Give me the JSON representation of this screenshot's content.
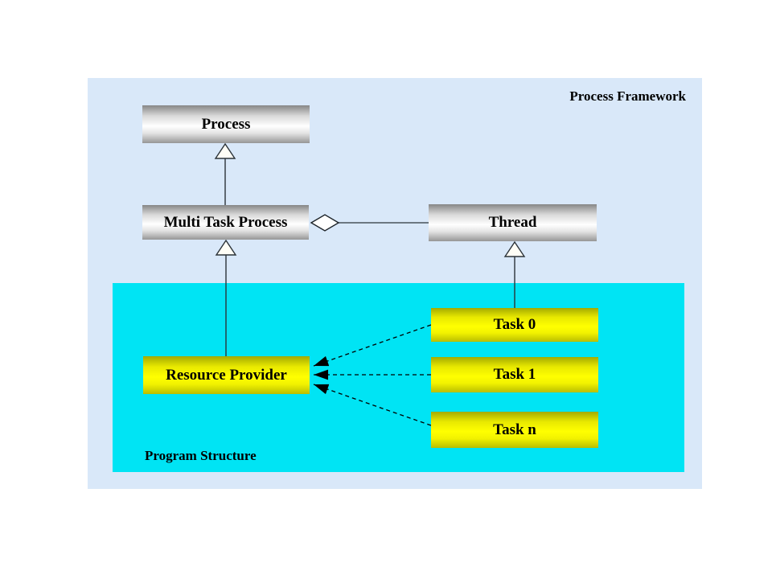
{
  "diagram": {
    "frame_label": "Process Framework",
    "inner_label": "Program Structure",
    "colors": {
      "page_bg": "#ffffff",
      "frame_bg": "#d9e8f9",
      "inner_bg": "#00e4f4",
      "gray_node_edge": "#8a8a8a",
      "gray_node_mid": "#ffffff",
      "yellow_node_edge": "#aab000",
      "yellow_node_mid": "#ffff00",
      "text": "#000000",
      "line": "#2b3238"
    },
    "nodes": {
      "process": {
        "label": "Process",
        "style": "gray"
      },
      "multi_task_process": {
        "label": "Multi Task Process",
        "style": "gray"
      },
      "thread": {
        "label": "Thread",
        "style": "gray"
      },
      "task_0": {
        "label": "Task 0",
        "style": "yellow"
      },
      "task_1": {
        "label": "Task 1",
        "style": "yellow"
      },
      "task_n": {
        "label": "Task n",
        "style": "yellow"
      },
      "resource_provider": {
        "label": "Resource Provider",
        "style": "yellow"
      }
    },
    "edges": [
      {
        "from": "multi_task_process",
        "to": "process",
        "type": "generalization-hollow-triangle"
      },
      {
        "from": "resource_provider",
        "to": "multi_task_process",
        "type": "generalization-hollow-triangle"
      },
      {
        "from": "task_0",
        "to": "thread",
        "type": "generalization-hollow-triangle"
      },
      {
        "from": "multi_task_process",
        "to": "thread",
        "type": "aggregation-hollow-diamond"
      },
      {
        "from": "task_0",
        "to": "resource_provider",
        "type": "dashed-dependency-solid-arrow"
      },
      {
        "from": "task_1",
        "to": "resource_provider",
        "type": "dashed-dependency-solid-arrow"
      },
      {
        "from": "task_n",
        "to": "resource_provider",
        "type": "dashed-dependency-solid-arrow"
      }
    ]
  }
}
